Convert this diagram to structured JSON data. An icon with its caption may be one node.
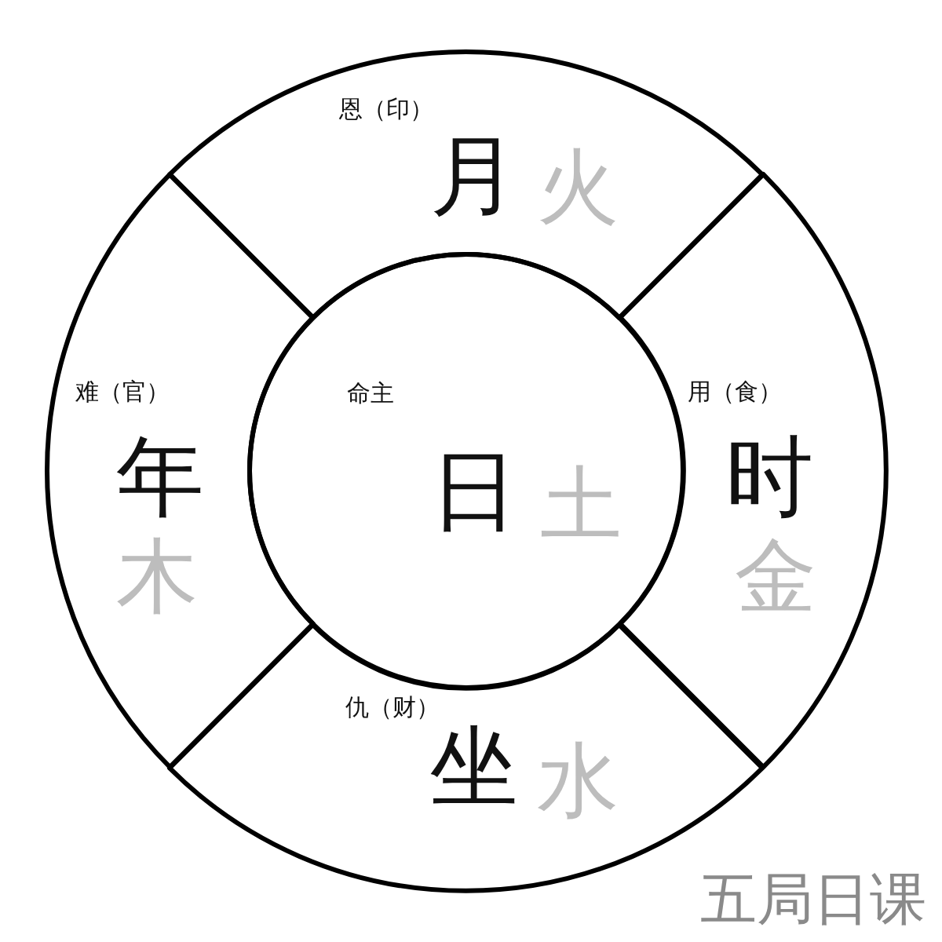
{
  "diagram": {
    "caption": "五局日课",
    "nodes": [
      {
        "text": [
          "恩（印）",
          "月",
          "火"
        ]
      },
      {
        "text": [
          "难（官）",
          "年",
          "木"
        ]
      },
      {
        "text": [
          "命主",
          "日",
          "土"
        ]
      },
      {
        "text": [
          "用（食）",
          "时",
          "金"
        ]
      },
      {
        "text": [
          "仇（财）",
          "坐",
          "水"
        ]
      }
    ]
  }
}
